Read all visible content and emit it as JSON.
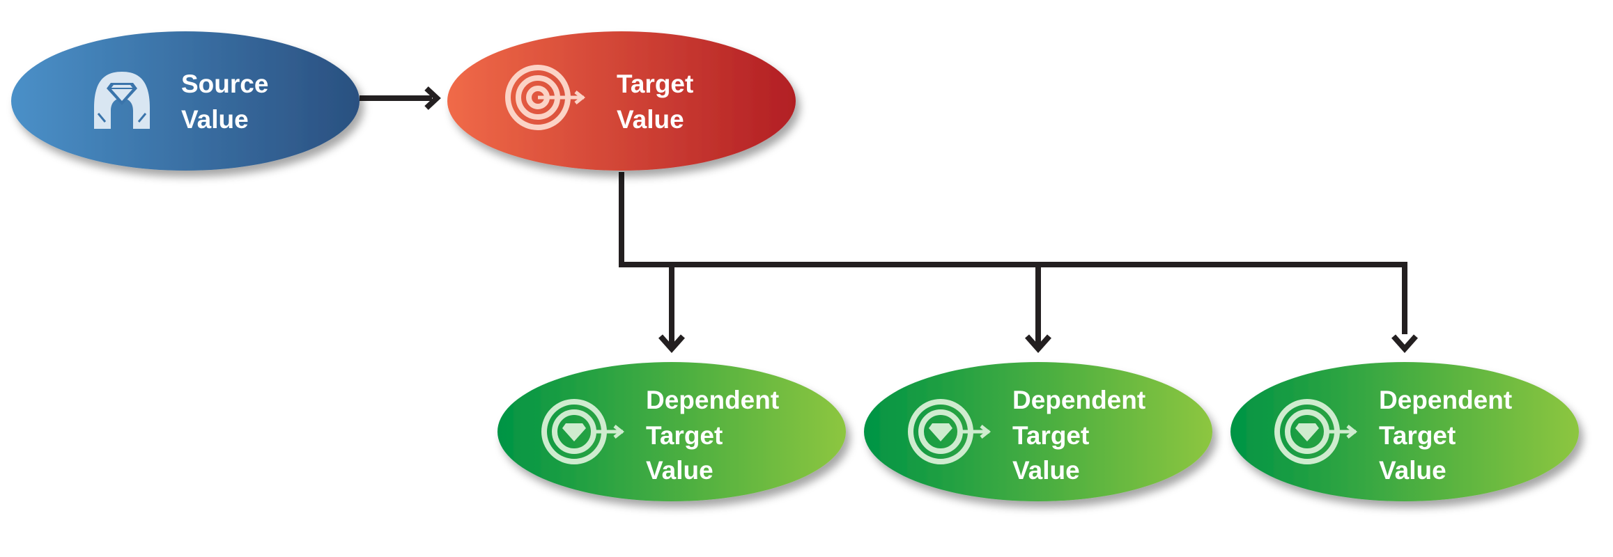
{
  "nodes": {
    "source": {
      "lines": [
        "Source",
        "Value"
      ],
      "icon": "gem-mine-icon",
      "gradient": [
        "#4a90c8",
        "#2a5080"
      ]
    },
    "target": {
      "lines": [
        "Target",
        "Value"
      ],
      "icon": "target-arrow-icon",
      "gradient": [
        "#f06a48",
        "#b21f24"
      ]
    },
    "dependents": [
      {
        "lines": [
          "Dependent",
          "Target",
          "Value"
        ],
        "icon": "target-gem-icon"
      },
      {
        "lines": [
          "Dependent",
          "Target",
          "Value"
        ],
        "icon": "target-gem-icon"
      },
      {
        "lines": [
          "Dependent",
          "Target",
          "Value"
        ],
        "icon": "target-gem-icon"
      }
    ],
    "dependent_gradient": [
      "#009444",
      "#8dc63f"
    ]
  },
  "colors": {
    "connector": "#231f20",
    "icon": "#d9e6f2"
  }
}
